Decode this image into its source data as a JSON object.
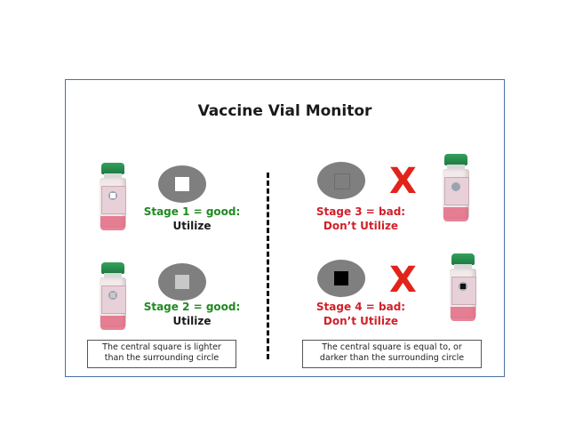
{
  "title": "Vaccine Vial Monitor",
  "colors": {
    "good": "#1f8a1f",
    "bad": "#d0202a",
    "x_mark": "#e2231a",
    "disc": "#7f7f7f"
  },
  "stages": [
    {
      "label": "Stage 1 = good:",
      "action": "Utilize",
      "status": "good",
      "square_color": "#ffffff"
    },
    {
      "label": "Stage 2 = good:",
      "action": "Utilize",
      "status": "good",
      "square_color": "#c8c8c8"
    },
    {
      "label": "Stage 3 = bad:",
      "action": "Don’t Utilize",
      "status": "bad",
      "square_color": "#7f7f7f"
    },
    {
      "label": "Stage 4 = bad:",
      "action": "Don’t Utilize",
      "status": "bad",
      "square_color": "#000000"
    }
  ],
  "x_mark_text": "X",
  "captions": {
    "left_line1": "The central square is lighter",
    "left_line2": "than the surrounding circle",
    "right_line1": "The central square is equal to, or",
    "right_line2": "darker than the surrounding circle"
  }
}
